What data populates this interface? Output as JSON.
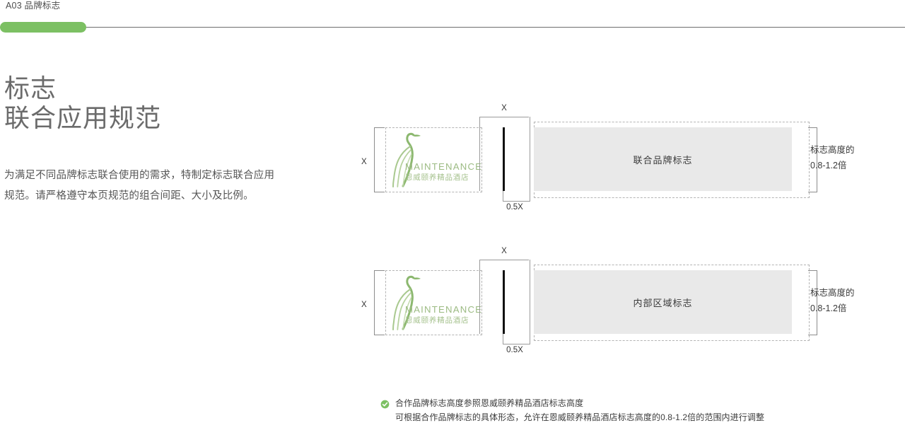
{
  "header": {
    "label": "A03 品牌标志",
    "bar_color": "#7cc063"
  },
  "left": {
    "title": "标志\n联合应用规范",
    "intro": "为满足不同品牌标志联合使用的需求，特制定标志联合应用规范。请严格遵守本页规范的组合间距、大小及比例。"
  },
  "logo": {
    "mark_name": "crane-logo-mark",
    "english": "MAINTENANCE",
    "chinese": "恩威颐养精品酒店",
    "color": "#9cbb83"
  },
  "diagrams": [
    {
      "id": "joint-brand",
      "left_measure": "X",
      "gap_measure": "X",
      "half_measure": "0.5X",
      "partner_label": "联合品牌标志",
      "right_note": "标志高度的\n0.8-1.2倍",
      "right_note_line1": "标志高度的",
      "right_note_line2": "0.8-1.2倍"
    },
    {
      "id": "internal-zone",
      "left_measure": "X",
      "gap_measure": "X",
      "half_measure": "0.5X",
      "partner_label": "内部区域标志",
      "right_note": "标志高度的\n0.8-1.2倍",
      "right_note_line1": "标志高度的",
      "right_note_line2": "0.8-1.2倍"
    }
  ],
  "notes": {
    "icon": "check-circle-icon",
    "icon_color": "#7cc063",
    "primary": "合作品牌标志高度参照恩威颐养精品酒店标志高度",
    "secondary": "可根据合作品牌标志的具体形态，允许在恩威颐养精品酒店标志高度的0.8-1.2倍的范围内进行调整"
  }
}
